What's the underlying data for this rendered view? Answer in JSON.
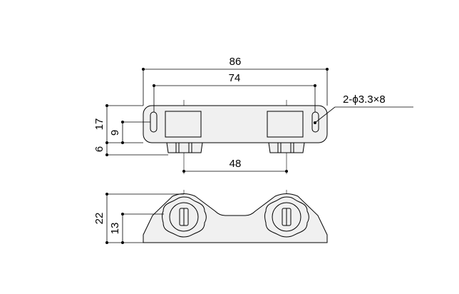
{
  "dimensions": {
    "overall_length": "86",
    "slot_pitch": "74",
    "roller_pitch": "48",
    "body_height": "17",
    "slot_height": "9",
    "roller_protrusion": "6",
    "side_total_height": "22",
    "side_axis_height": "13",
    "slot_callout": "2-ϕ3.3×8"
  },
  "colors": {
    "part_fill": "#f0f0f0",
    "line": "#000000"
  }
}
